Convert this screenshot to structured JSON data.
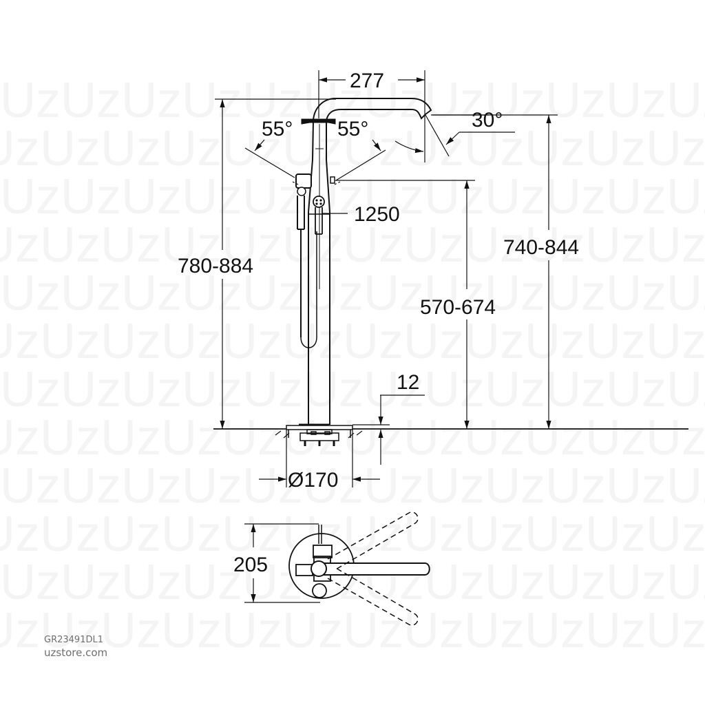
{
  "drawing": {
    "title": "Freestanding bath mixer technical drawing",
    "line_color": "#111111",
    "background_color": "#ffffff",
    "watermark": {
      "text": "UzUzUzUzUzUzUzUzUzUzUzUzUzUzUzUz",
      "color": "#f2f2f2"
    },
    "dimensions": {
      "spout_reach": "277",
      "handle_angle_left": "55°",
      "handle_angle_right": "55°",
      "spout_angle": "30°",
      "hose_length": "1250",
      "total_height_left": "780-884",
      "total_height_right": "740-844",
      "outlet_height": "570-674",
      "base_thickness": "12",
      "base_diameter": "Ø170",
      "top_view_depth": "205"
    },
    "views": [
      {
        "name": "front-elevation"
      },
      {
        "name": "top-plan-view"
      }
    ]
  },
  "footer": {
    "sku": "GR23491DL1",
    "site": "uzstore.com"
  }
}
